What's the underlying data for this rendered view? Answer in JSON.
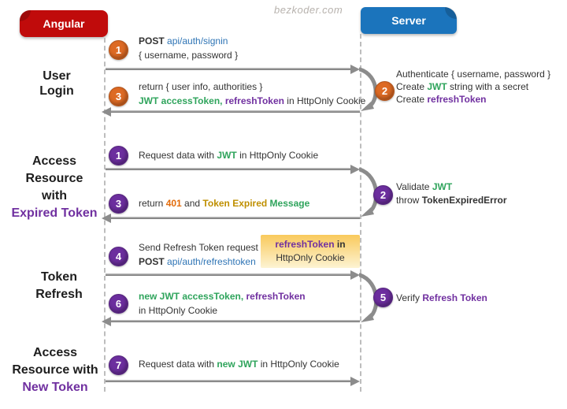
{
  "watermark": "bezkoder.com",
  "actors": {
    "client": "Angular",
    "server": "Server"
  },
  "colors": {
    "red-box": "#c00b0b",
    "blue-box": "#1b74bc",
    "orange-badge": "#dd6a24",
    "orange-badge-dark": "#b4541a",
    "purple-badge": "#6c2e9e",
    "purple-badge-dark": "#56257f",
    "green": "#2fa45c",
    "purple": "#7030a0",
    "blue": "#2e74b5",
    "orange": "#e26b0a",
    "dark-yellow": "#bf8f00",
    "text": "#333333",
    "arrow": "#8c8c8c",
    "lifeline": "#bdbdbd",
    "note-top": "#f9c95c",
    "note-bottom": "#fdf3d3",
    "watermark-gray": "#b7b2ad"
  },
  "s1": {
    "label": {
      "l1": "User",
      "l2": "Login"
    },
    "m1": {
      "badge": "1",
      "t1a": "POST ",
      "t1b": "api/auth/signin",
      "t2": "{ username, password }"
    },
    "m3": {
      "badge": "3",
      "t1": "return { user info, authorities }",
      "t2a": "JWT accessToken,",
      "t2b": " refreshToken",
      "t2c": " in HttpOnly Cookie"
    },
    "srv": {
      "badge": "2",
      "l1": "Authenticate { username, password }",
      "l2a": "Create ",
      "l2b": "JWT",
      "l2c": " string with a secret",
      "l3a": "Create ",
      "l3b": "refreshToken"
    }
  },
  "s2": {
    "label": {
      "l1": "Access",
      "l2": "Resource",
      "l3": "with",
      "l4": "Expired Token"
    },
    "m1": {
      "badge": "1",
      "t1a": "Request data with ",
      "t1b": "JWT",
      "t1c": " in HttpOnly Cookie"
    },
    "m3": {
      "badge": "3",
      "t1a": "return ",
      "t1b": "401",
      "t1c": " and ",
      "t1d": "Token Expired",
      "t1e": " Message"
    },
    "srv": {
      "badge": "2",
      "l1a": "Validate ",
      "l1b": "JWT",
      "l2a": "throw ",
      "l2b": "TokenExpiredError"
    }
  },
  "s3": {
    "label": {
      "l1": "Token",
      "l2": "Refresh"
    },
    "m4": {
      "badge": "4",
      "t1": "Send Refresh Token request",
      "t2a": "POST ",
      "t2b": "api/auth/refreshtoken"
    },
    "note": {
      "l1a": "refreshToken",
      "l1b": " in",
      "l2": "HttpOnly Cookie"
    },
    "m6": {
      "badge": "6",
      "t1a": "new JWT accessToken,",
      "t1b": " refreshToken",
      "t2": "in HttpOnly Cookie"
    },
    "srv": {
      "badge": "5",
      "l1a": "Verify ",
      "l1b": "Refresh Token"
    }
  },
  "s4": {
    "label": {
      "l1": "Access",
      "l2": "Resource with",
      "l3": "New Token"
    },
    "m7": {
      "badge": "7",
      "t1a": "Request data with ",
      "t1b": "new JWT",
      "t1c": " in HttpOnly Cookie"
    }
  }
}
